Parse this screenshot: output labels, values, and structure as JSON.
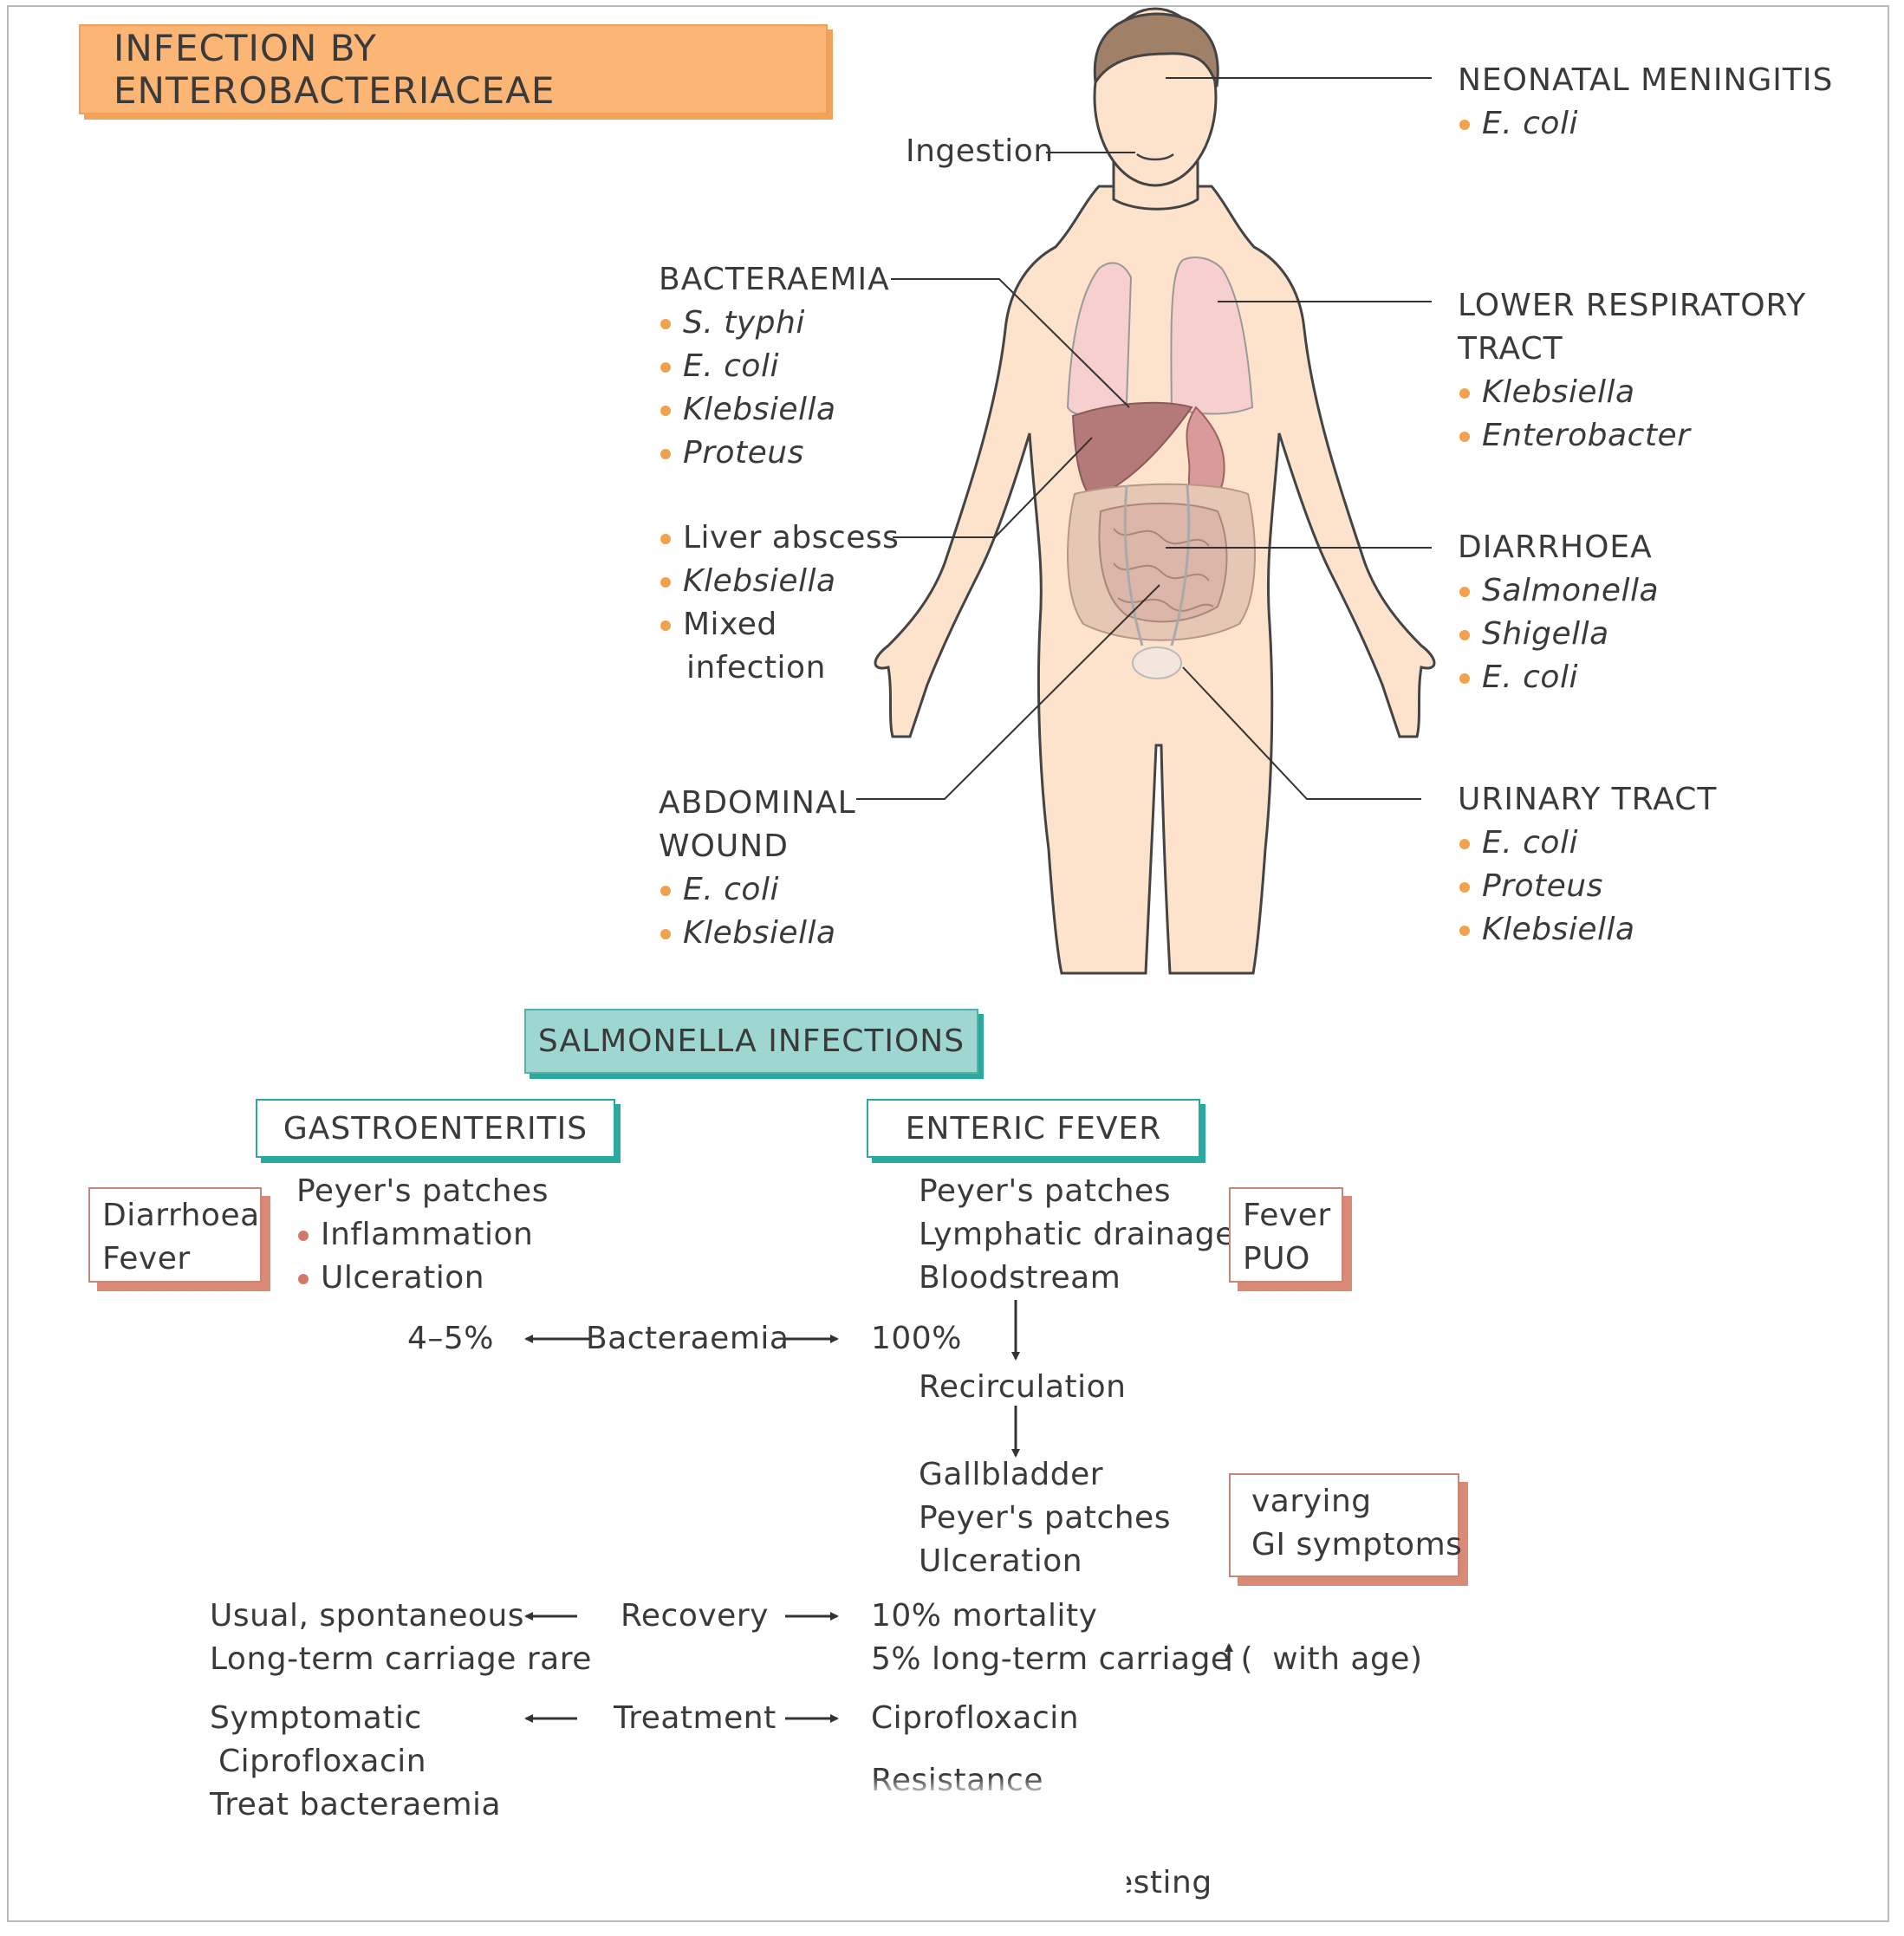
{
  "title": "INFECTION BY ENTEROBACTERIACEAE",
  "ingestion": "Ingestion",
  "neonatal": {
    "heading": "NEONATAL MENINGITIS",
    "items": [
      "E. coli"
    ]
  },
  "bacteraemia": {
    "heading": "BACTERAEMIA",
    "items": [
      "S. typhi",
      "E. coli",
      "Klebsiella",
      "Proteus"
    ]
  },
  "liver": {
    "items": [
      "Liver abscess",
      "Klebsiella",
      "Mixed"
    ],
    "cont": "infection"
  },
  "lower_resp": {
    "heading1": "LOWER RESPIRATORY",
    "heading2": "TRACT",
    "items": [
      "Klebsiella",
      "Enterobacter"
    ]
  },
  "diarrhoea": {
    "heading": "DIARRHOEA",
    "items": [
      "Salmonella",
      "Shigella",
      "E. coli"
    ]
  },
  "abdominal": {
    "heading1": "ABDOMINAL",
    "heading2": "WOUND",
    "items": [
      "E. coli",
      "Klebsiella"
    ]
  },
  "urinary": {
    "heading": "URINARY TRACT",
    "items": [
      "E. coli",
      "Proteus",
      "Klebsiella"
    ]
  },
  "salmonella": {
    "title": "SALMONELLA INFECTIONS"
  },
  "gastro": {
    "title": "GASTROENTERITIS",
    "symptoms": [
      "Diarrhoea",
      "Fever"
    ],
    "site": "Peyer's patches",
    "items": [
      "Inflammation",
      "Ulceration"
    ]
  },
  "enteric": {
    "title": "ENTERIC FEVER",
    "path": [
      "Peyer's patches",
      "Lymphatic drainage",
      "Bloodstream"
    ],
    "symptoms": [
      "Fever",
      "PUO"
    ],
    "recirculation": "Recirculation",
    "secondary": [
      "Gallbladder",
      "Peyer's patches",
      "Ulceration"
    ],
    "gi": [
      "varying",
      "GI symptoms"
    ]
  },
  "bacteraemia_row": {
    "left": "4–5%",
    "center": "Bacteraemia",
    "right": "100%"
  },
  "recovery_row": {
    "left": [
      "Usual, spontaneous",
      "Long-term carriage rare"
    ],
    "center": "Recovery",
    "right": [
      "10% mortality",
      "5% long-term carriage (",
      "with age)"
    ]
  },
  "treatment_row": {
    "left": [
      "Symptomatic",
      "Ciprofloxacin",
      "Treat bacteraemia"
    ],
    "center": "Treatment",
    "right": [
      "Ciprofloxacin",
      "Resistance",
      "esting"
    ]
  },
  "colors": {
    "orange_bullet": "#f2a24e",
    "salmon_bullet": "#d27a6a",
    "skin": "#fde3cc",
    "teal": "#2aa99e"
  }
}
